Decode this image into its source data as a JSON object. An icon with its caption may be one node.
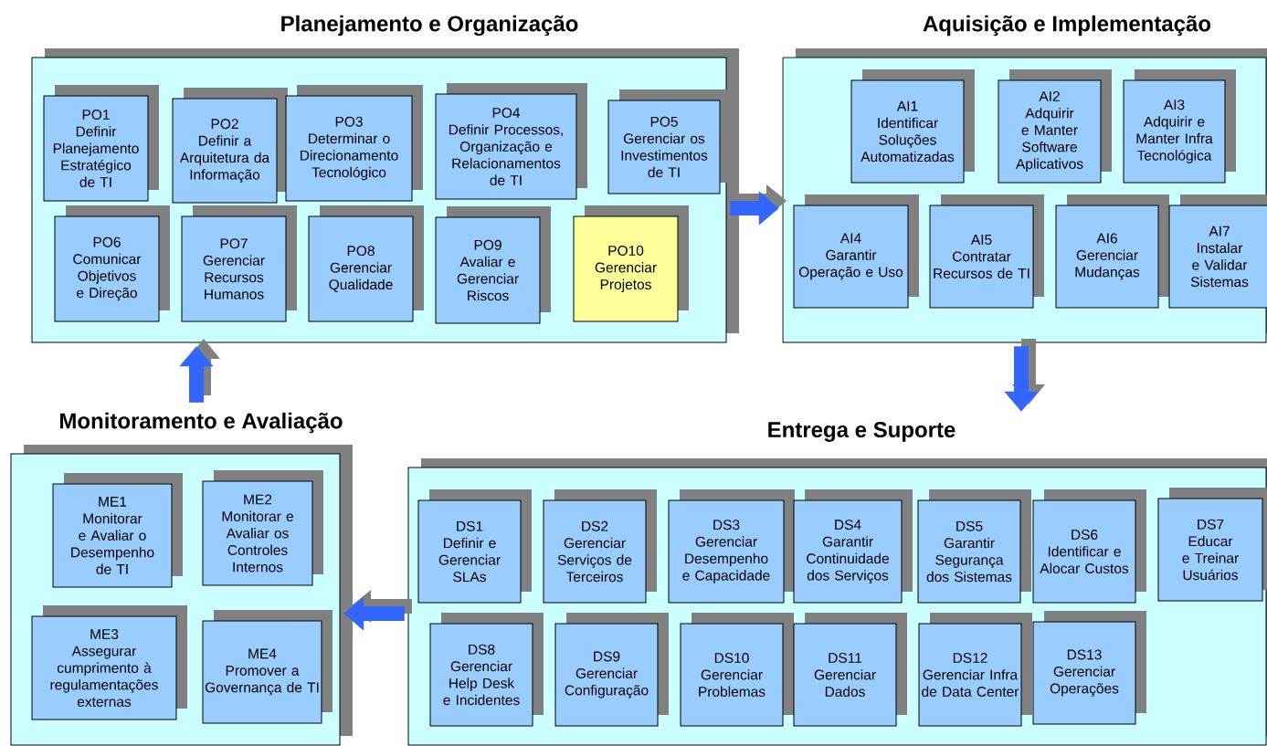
{
  "diagram": {
    "nodes": [
      {
        "text": [
          "Planejamento e Organização"
        ]
      },
      {
        "text": [
          "PO1",
          "Definir Planejamento Estratégico de TI"
        ],
        "in": 0
      },
      {
        "text": [
          "PO2",
          "Definir a Arquitetura da Informação"
        ],
        "in": 0
      },
      {
        "text": [
          "PO3",
          "Determinar o Direcionamento Tecnológico"
        ],
        "in": 0
      },
      {
        "text": [
          "PO4",
          "Definir Processos, Organização e Relacionamentos de TI"
        ],
        "in": 0
      },
      {
        "text": [
          "PO5",
          "Gerenciar os Investimentos de TI"
        ],
        "in": 0
      },
      {
        "text": [
          "PO6",
          "Comunicar Objetivos e Direção"
        ],
        "in": 0
      },
      {
        "text": [
          "PO7",
          "Gerenciar Recursos Humanos"
        ],
        "in": 0
      },
      {
        "text": [
          "PO8",
          "Gerenciar Qualidade"
        ],
        "in": 0
      },
      {
        "text": [
          "PO9",
          "Avaliar e Gerenciar Riscos"
        ],
        "in": 0
      },
      {
        "text": [
          "PO10",
          "Gerenciar Projetos"
        ],
        "in": 0
      },
      {
        "text": [
          "Aquisição e Implementação"
        ]
      },
      {
        "text": [
          "AI1",
          "Identificar Soluções Automatizadas"
        ],
        "in": 11
      },
      {
        "text": [
          "AI2",
          "Adquirir e Manter Software Aplicativos"
        ],
        "in": 11
      },
      {
        "text": [
          "AI3",
          "Adquirir e Manter Infra Tecnológica"
        ],
        "in": 11
      },
      {
        "text": [
          "AI4",
          "Garantir Operação e Uso"
        ],
        "in": 11
      },
      {
        "text": [
          "AI5",
          "Contratar Recursos de TI"
        ],
        "in": 11
      },
      {
        "text": [
          "AI6",
          "Gerenciar Mudanças"
        ],
        "in": 11
      },
      {
        "text": [
          "AI7",
          "Instalar e Validar Sistemas"
        ],
        "in": 11
      },
      {
        "text": [
          "Monitoramento e Avaliação"
        ]
      },
      {
        "text": [
          "ME1",
          "Monitorar e Avaliar o Desempenho de TI"
        ],
        "in": 19
      },
      {
        "text": [
          "ME2",
          "Monitorar e Avaliar os Controles Internos"
        ],
        "in": 19
      },
      {
        "text": [
          "ME3",
          "Assegurar cumprimento à regulamentações externas"
        ],
        "in": 19
      },
      {
        "text": [
          "ME4",
          "Promover a Governança de TI"
        ],
        "in": 19
      },
      {
        "text": [
          "Entrega e Suporte"
        ]
      },
      {
        "text": [
          "DS1",
          "Definir e Gerenciar SLAs"
        ],
        "in": 24
      },
      {
        "text": [
          "DS2",
          "Gerenciar Serviços de Terceiros"
        ],
        "in": 24
      },
      {
        "text": [
          "DS3",
          "Gerenciar Desempenho e Capacidade"
        ],
        "in": 24
      },
      {
        "text": [
          "DS4",
          "Garantir Continuidade dos Serviços"
        ],
        "in": 24
      },
      {
        "text": [
          "DS5",
          "Garantir Segurança dos Sistemas"
        ],
        "in": 24
      },
      {
        "text": [
          "DS6",
          "Identificar e Alocar Custos"
        ],
        "in": 24
      },
      {
        "text": [
          "DS7",
          "Educar e Treinar Usuários"
        ],
        "in": 24
      },
      {
        "text": [
          "DS8",
          "Gerenciar Help Desk e Incidentes"
        ],
        "in": 24
      },
      {
        "text": [
          "DS9",
          "Gerenciar Configuração"
        ],
        "in": 24
      },
      {
        "text": [
          "DS10",
          "Gerenciar Problemas"
        ],
        "in": 24
      },
      {
        "text": [
          "DS11",
          "Gerenciar Dados"
        ],
        "in": 24
      },
      {
        "text": [
          "DS12",
          "Gerenciar Infra de Data Center"
        ],
        "in": 24
      },
      {
        "text": [
          "DS13",
          "Gerenciar Operações"
        ],
        "in": 24
      }
    ],
    "edges": [
      {
        "from": 0,
        "to": 11,
        "arrow": "to"
      },
      {
        "from": 11,
        "to": 24,
        "arrow": "to"
      },
      {
        "from": 24,
        "to": 19,
        "arrow": "to"
      },
      {
        "from": 19,
        "to": 0,
        "arrow": "to"
      }
    ]
  }
}
